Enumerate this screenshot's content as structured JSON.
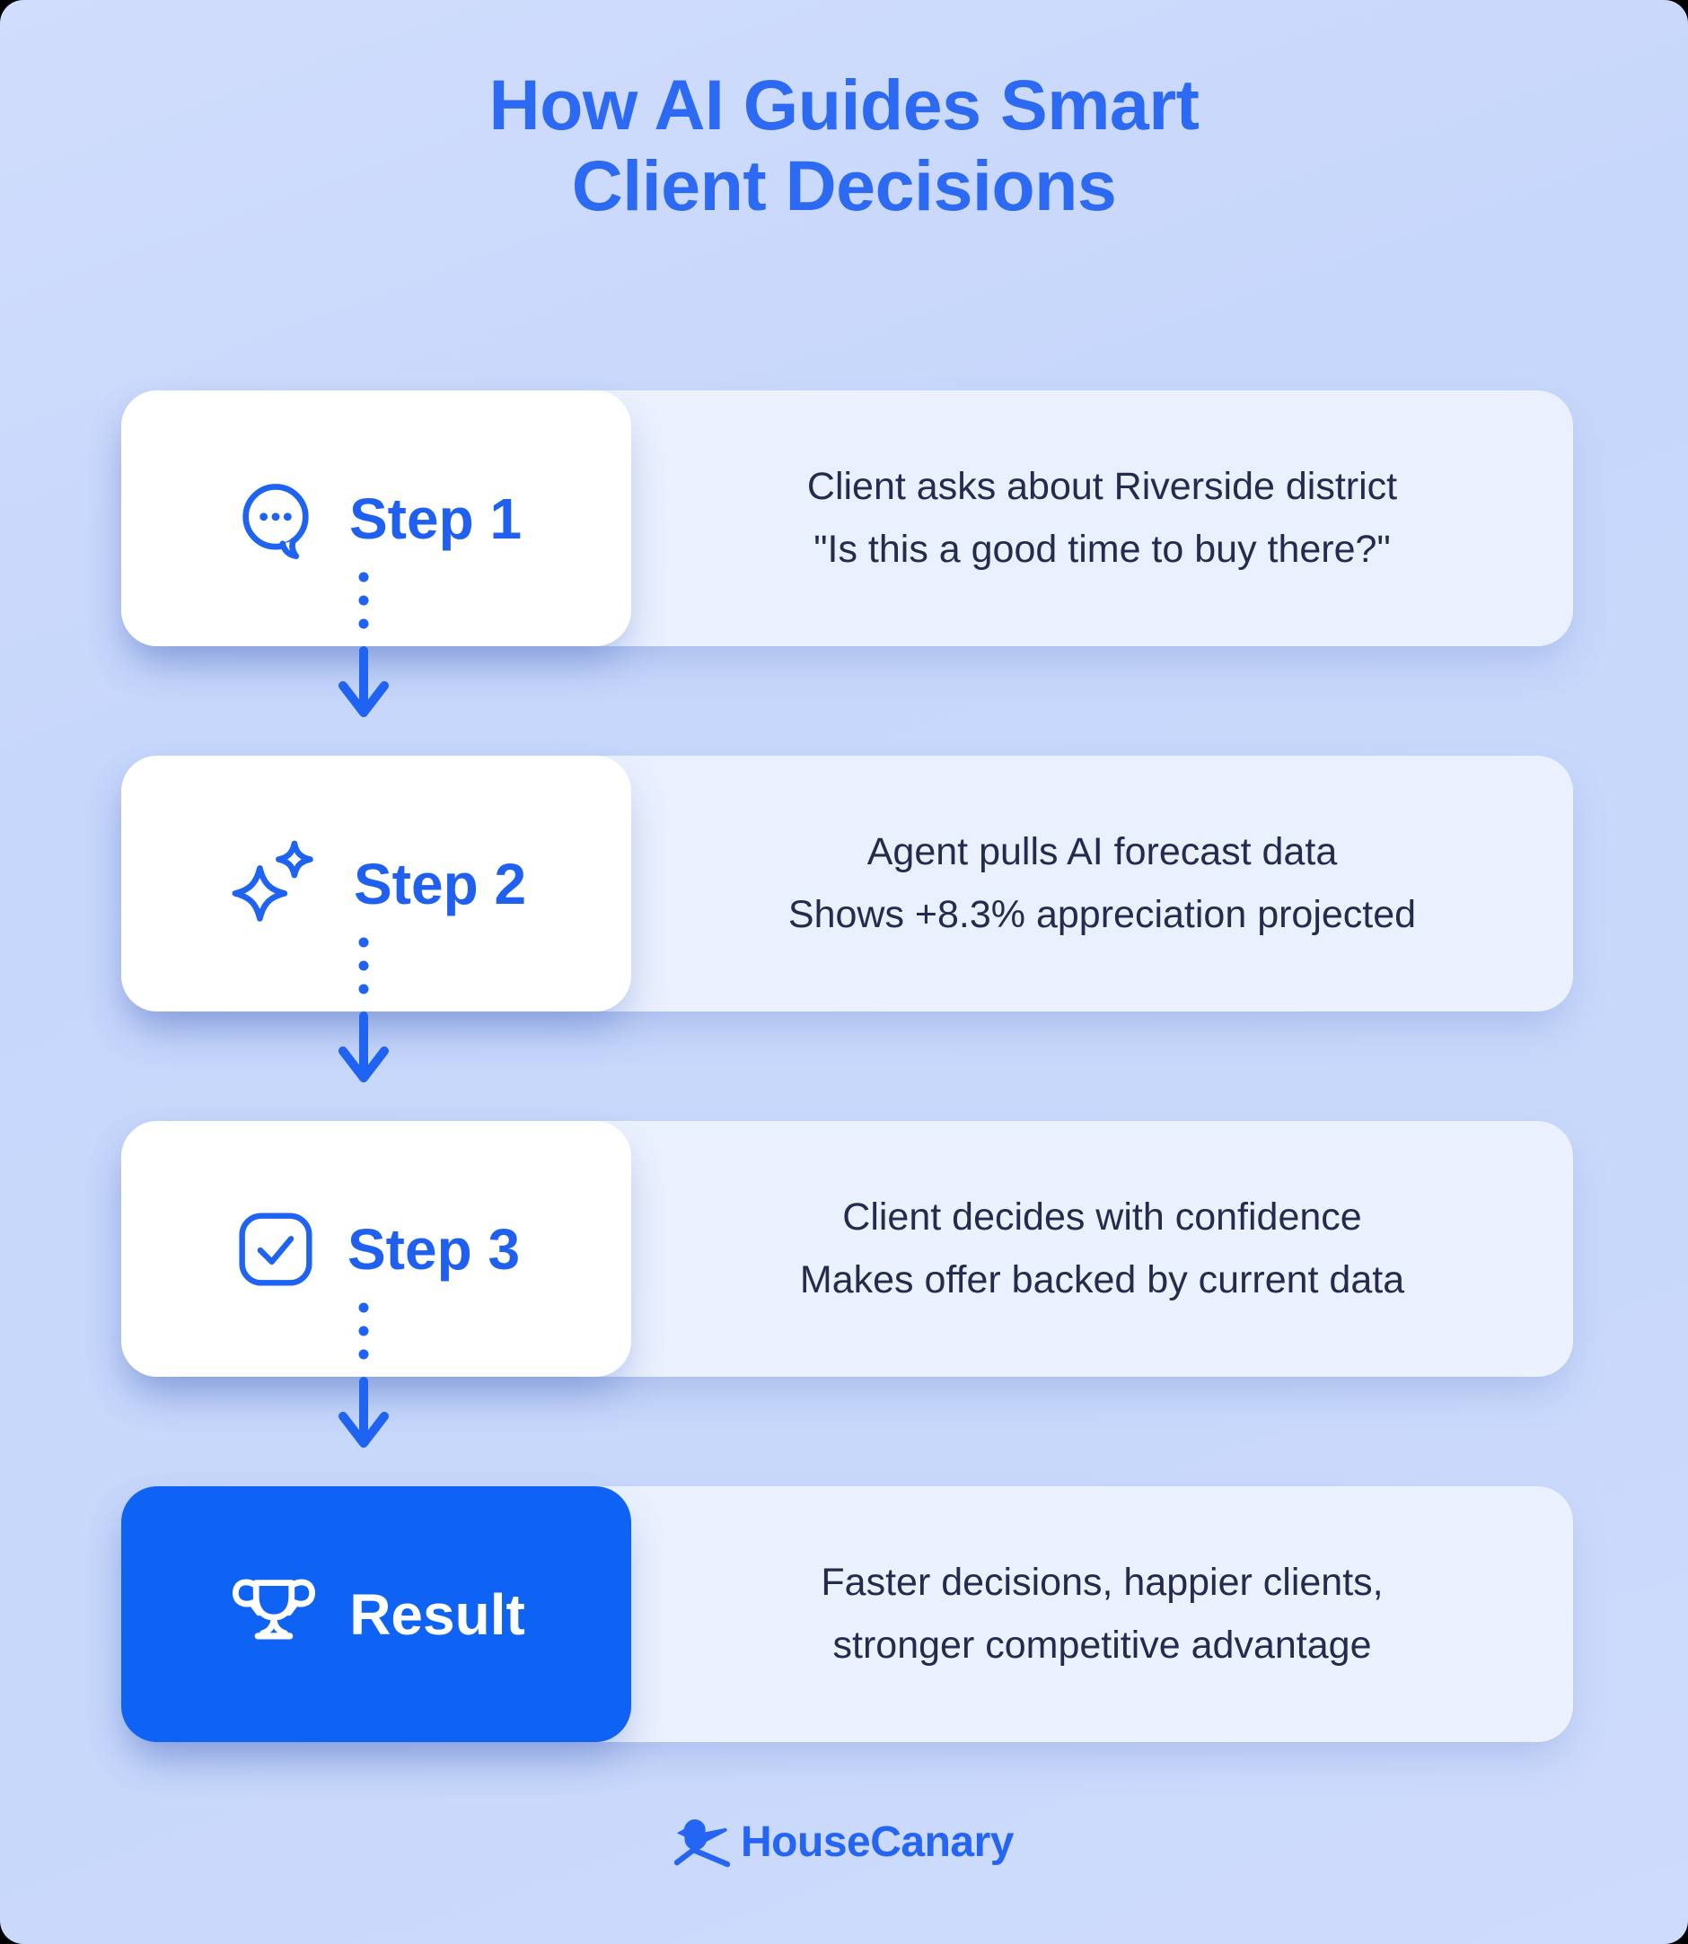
{
  "title": {
    "line1": "How AI Guides Smart",
    "line2": "Client Decisions"
  },
  "steps": [
    {
      "label": "Step 1",
      "icon": "chat-icon",
      "body_line1": "Client asks about Riverside district",
      "body_line2": "\"Is this a good time to buy there?\""
    },
    {
      "label": "Step 2",
      "icon": "sparkles-icon",
      "body_line1": "Agent pulls AI forecast data",
      "body_line2": "Shows +8.3% appreciation projected"
    },
    {
      "label": "Step 3",
      "icon": "checkbox-icon",
      "body_line1": "Client decides with confidence",
      "body_line2": "Makes offer backed by current data"
    },
    {
      "label": "Result",
      "icon": "trophy-icon",
      "highlight": true,
      "body_line1": "Faster decisions, happier clients,",
      "body_line2": "stronger competitive advantage"
    }
  ],
  "footer": {
    "brand": "HouseCanary"
  },
  "colors": {
    "background": "#c9d8fb",
    "title_blue": "#2d6af3",
    "step_label_blue": "#2060f0",
    "icon_blue": "#1e63f2",
    "result_card_blue": "#0e63f4",
    "body_text_navy": "#242c4e",
    "card_white": "#ffffff",
    "panel_tint": "#eef3fd",
    "brand_blue": "#2565f3"
  }
}
